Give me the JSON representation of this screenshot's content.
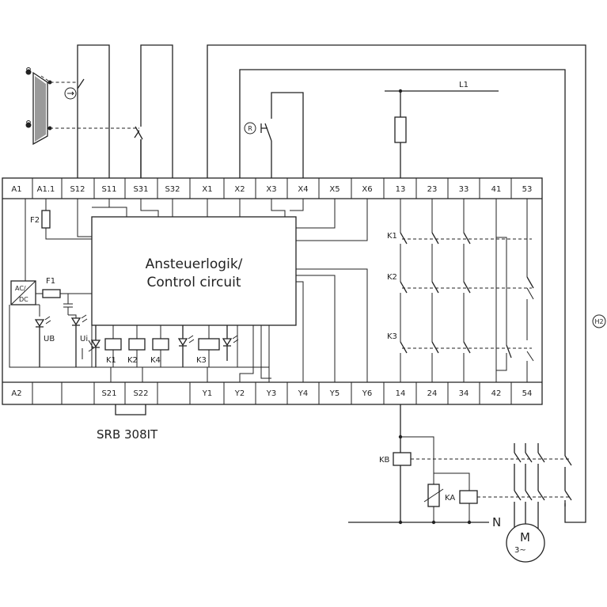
{
  "terminals_top": [
    "A1",
    "A1.1",
    "S12",
    "S11",
    "S31",
    "S32",
    "X1",
    "X2",
    "X3",
    "X4",
    "X5",
    "X6",
    "13",
    "23",
    "33",
    "41",
    "53"
  ],
  "terminals_bottom": [
    "A2",
    "",
    "",
    "S21",
    "S22",
    "",
    "Y1",
    "Y2",
    "Y3",
    "Y4",
    "Y5",
    "Y6",
    "14",
    "24",
    "34",
    "42",
    "54"
  ],
  "control_block": {
    "line1": "Ansteuerlogik/",
    "line2": "Control circuit"
  },
  "device_name": "SRB 308IT",
  "fuses": {
    "f1": "F1",
    "f2": "F2"
  },
  "power_supply": {
    "line1": "AC/",
    "line2": "DC"
  },
  "leds": {
    "ub": "UB",
    "ui": "Ui"
  },
  "relay_coils": [
    "K1",
    "K2",
    "K4",
    "K3"
  ],
  "contact_labels": [
    "K1",
    "K2",
    "K3"
  ],
  "supply_line": "L1",
  "neutral": "N",
  "reset_symbol": "R",
  "lamp_symbol": "H2",
  "contactors": {
    "kb": "KB",
    "ka": "KA"
  },
  "motor": {
    "m": "M",
    "phase": "3~"
  }
}
